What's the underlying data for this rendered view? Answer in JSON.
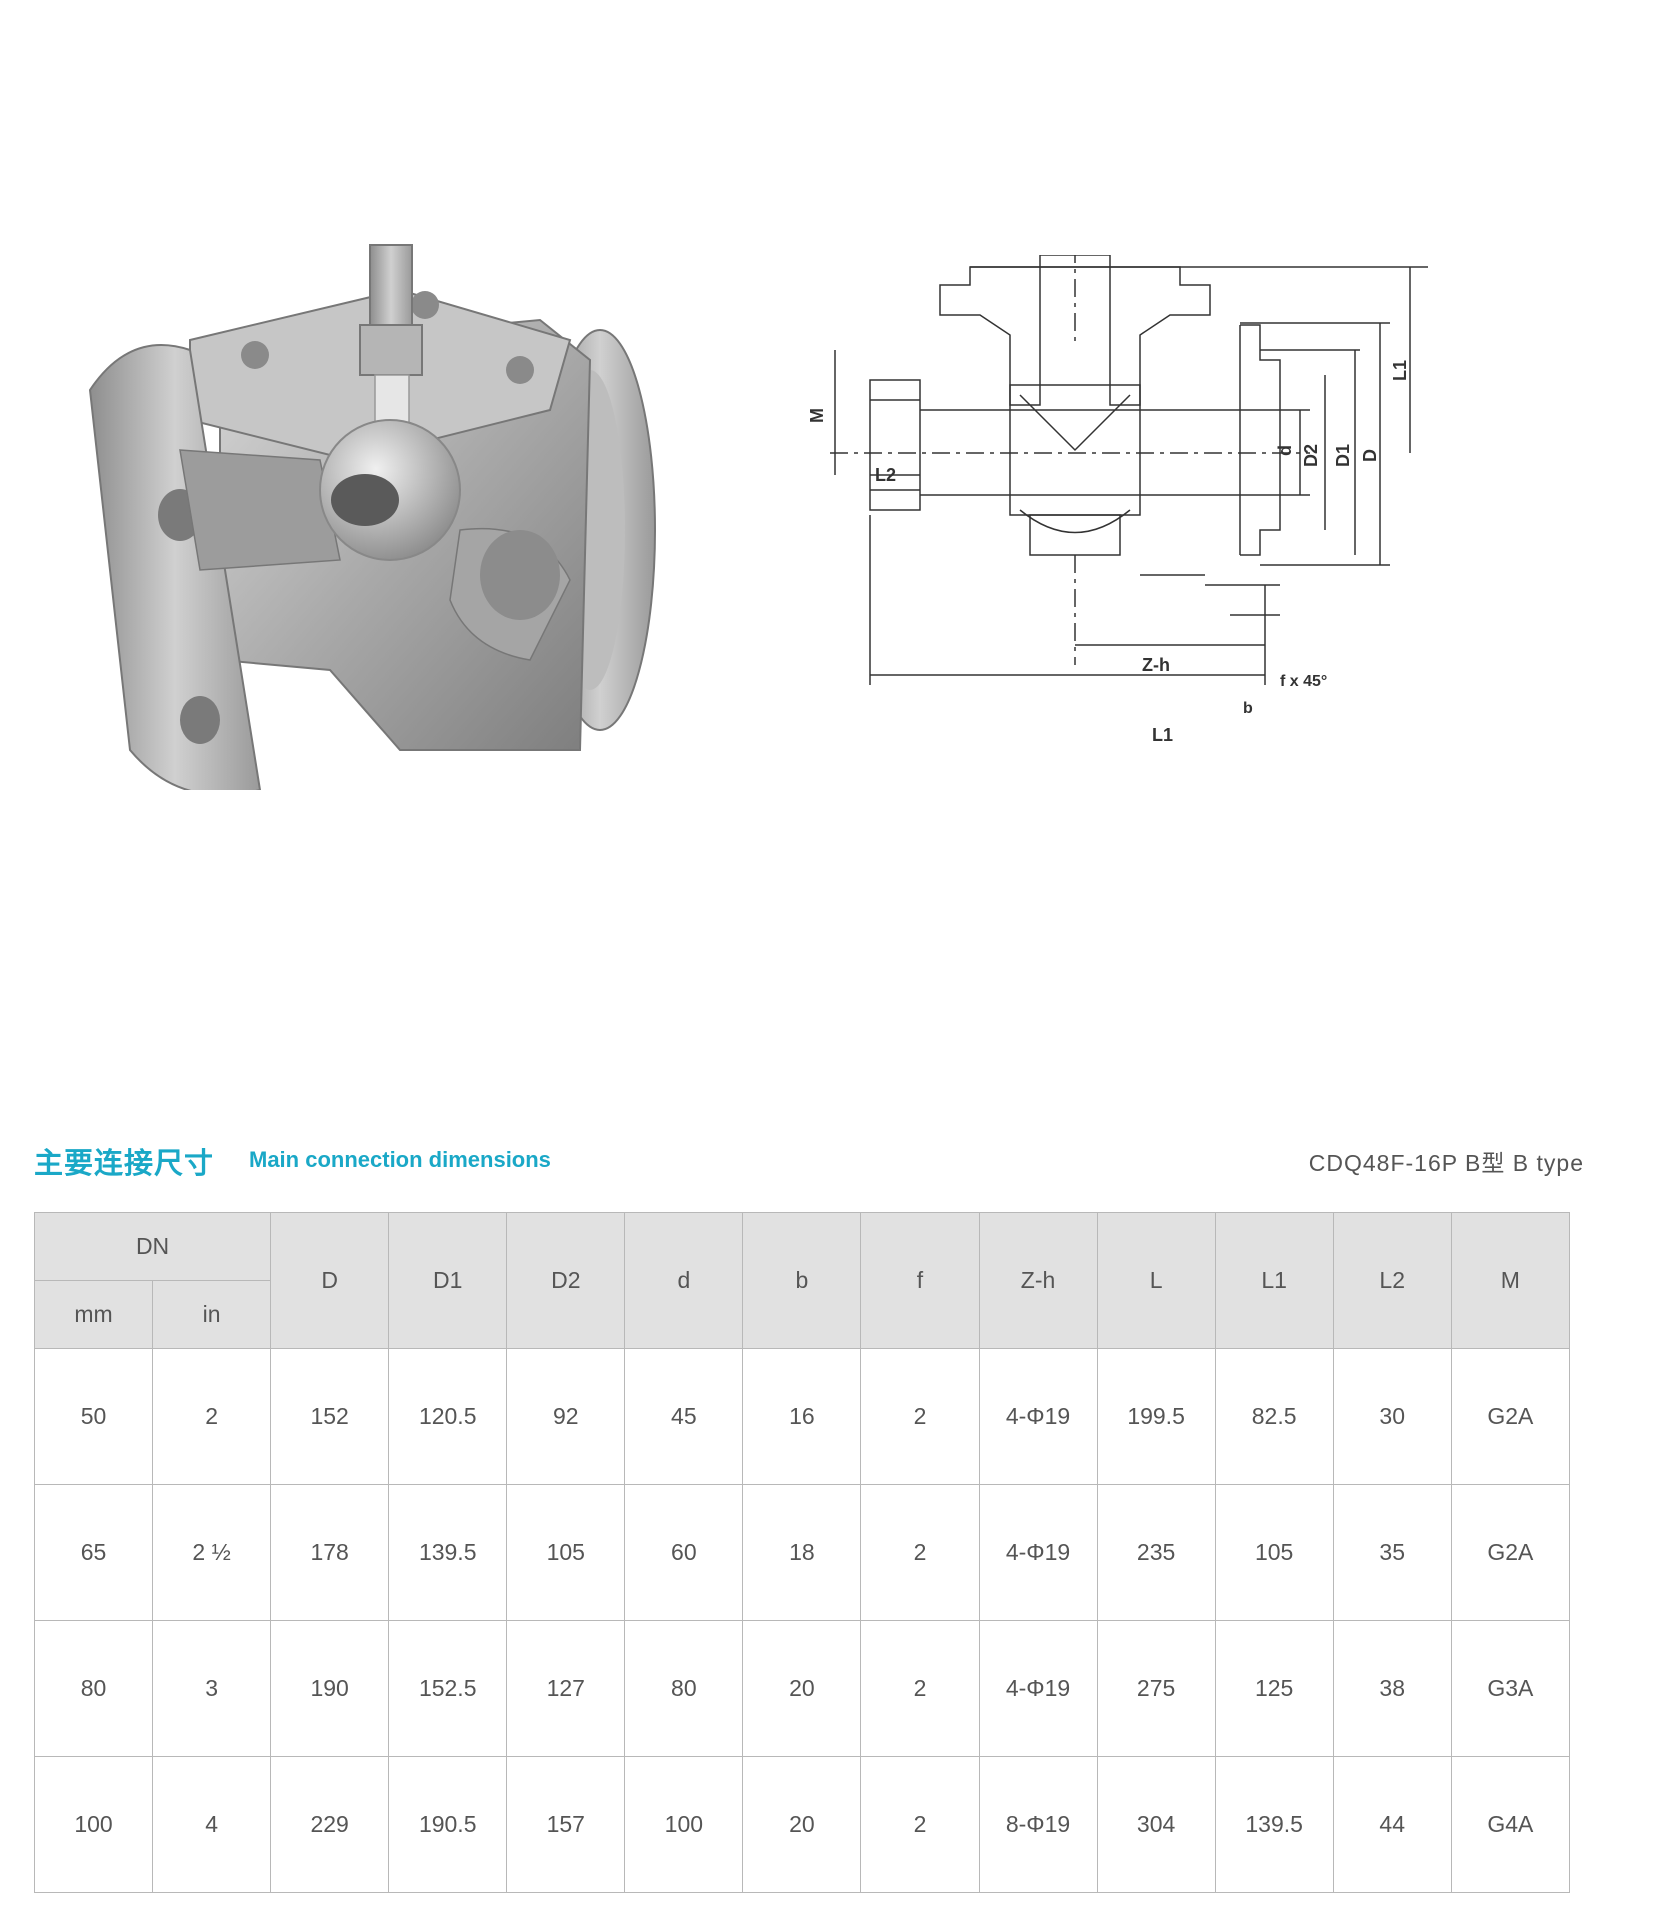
{
  "drawing_labels": {
    "M": "M",
    "L2": "L2",
    "d": "d",
    "D2": "D2",
    "D1": "D1",
    "D": "D",
    "L1_right": "L1",
    "Zh": "Z-h",
    "f45": "f x 45°",
    "b": "b",
    "L1_bottom": "L1"
  },
  "title_cn": "主要连接尺寸",
  "title_en": "Main connection dimensions",
  "model": "CDQ48F-16P  B型  B type",
  "table": {
    "dn_header": "DN",
    "sub_headers": [
      "mm",
      "in"
    ],
    "headers": [
      "D",
      "D1",
      "D2",
      "d",
      "b",
      "f",
      "Z-h",
      "L",
      "L1",
      "L2",
      "M"
    ],
    "rows": [
      [
        "50",
        "2",
        "152",
        "120.5",
        "92",
        "45",
        "16",
        "2",
        "4-Φ19",
        "199.5",
        "82.5",
        "30",
        "G2A"
      ],
      [
        "65",
        "2 ½",
        "178",
        "139.5",
        "105",
        "60",
        "18",
        "2",
        "4-Φ19",
        "235",
        "105",
        "35",
        "G2A"
      ],
      [
        "80",
        "3",
        "190",
        "152.5",
        "127",
        "80",
        "20",
        "2",
        "4-Φ19",
        "275",
        "125",
        "38",
        "G3A"
      ],
      [
        "100",
        "4",
        "229",
        "190.5",
        "157",
        "100",
        "20",
        "2",
        "8-Φ19",
        "304",
        "139.5",
        "44",
        "G4A"
      ]
    ]
  }
}
